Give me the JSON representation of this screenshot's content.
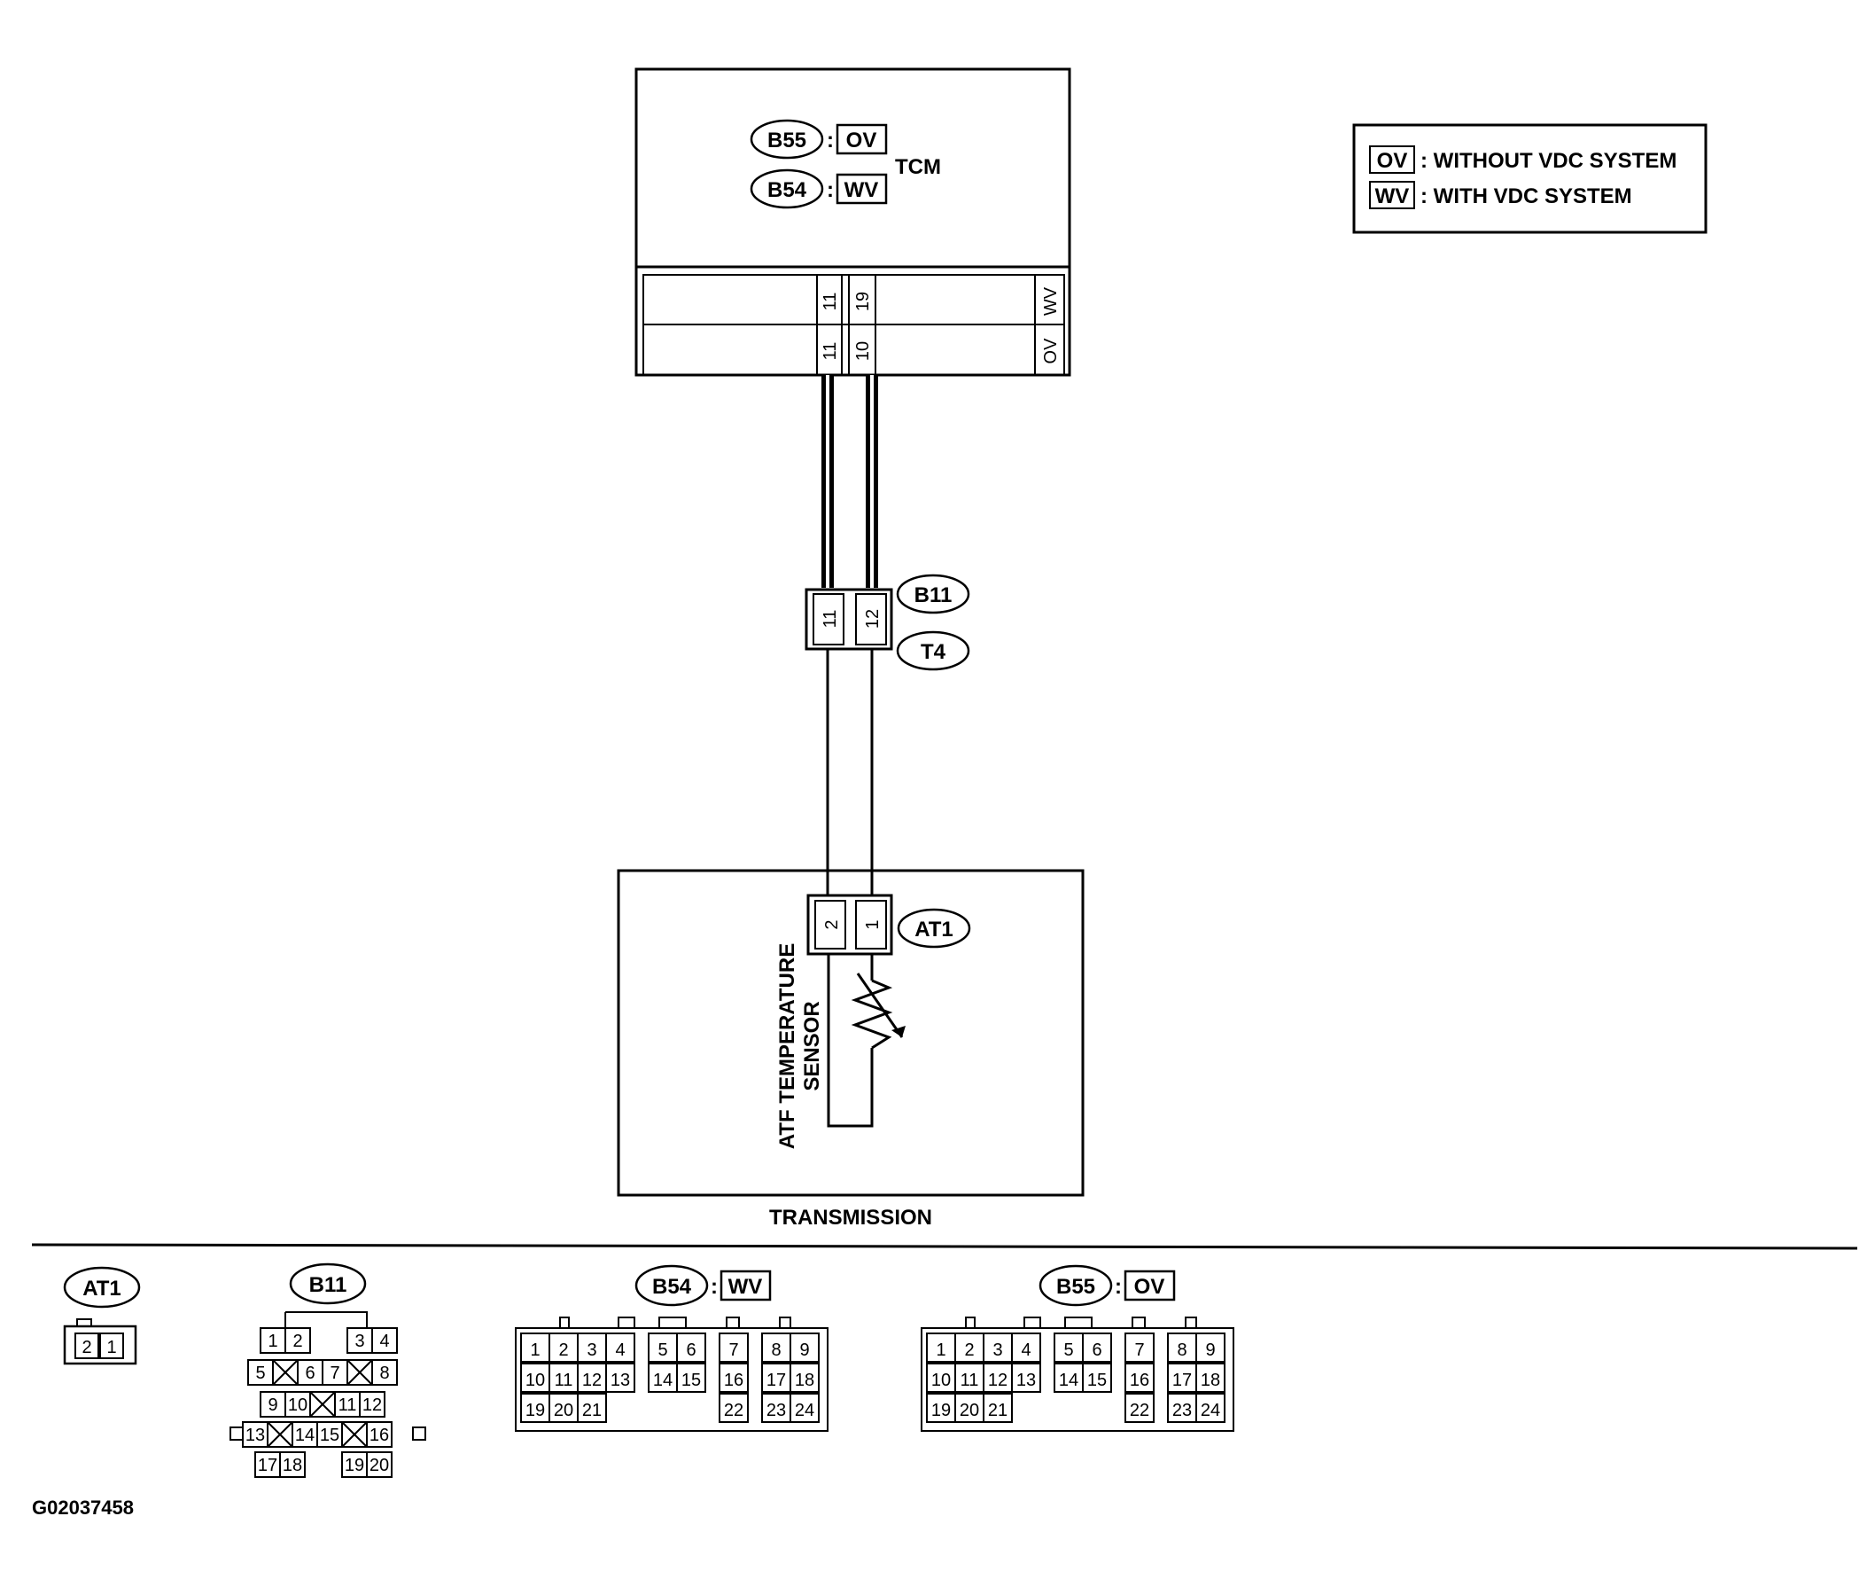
{
  "tcm": {
    "label": "TCM",
    "connectors": [
      {
        "id": "B55",
        "variant": "OV"
      },
      {
        "id": "B54",
        "variant": "WV"
      }
    ],
    "rows": [
      {
        "pins": [
          "11",
          "19"
        ],
        "variant": "WV"
      },
      {
        "pins": [
          "11",
          "10"
        ],
        "variant": "OV"
      }
    ]
  },
  "legend": [
    {
      "code": "OV",
      "text": ": WITHOUT VDC SYSTEM"
    },
    {
      "code": "WV",
      "text": ": WITH VDC SYSTEM"
    }
  ],
  "junction": {
    "top": "B11",
    "bottom": "T4",
    "pins": [
      "11",
      "12"
    ]
  },
  "transmission": {
    "label": "TRANSMISSION",
    "connector": "AT1",
    "pins": [
      "2",
      "1"
    ],
    "sensor_line1": "ATF TEMPERATURE",
    "sensor_line2": "SENSOR"
  },
  "connector_views": {
    "at1": {
      "name": "AT1",
      "pins": [
        "2",
        "1"
      ]
    },
    "b11": {
      "name": "B11",
      "pins": [
        "1",
        "2",
        "3",
        "4",
        "5",
        "6",
        "7",
        "8",
        "9",
        "10",
        "11",
        "12",
        "13",
        "14",
        "15",
        "16",
        "17",
        "18",
        "19",
        "20"
      ]
    },
    "b54": {
      "name": "B54",
      "variant": "WV"
    },
    "b55": {
      "name": "B55",
      "variant": "OV"
    },
    "pins24": [
      "1",
      "2",
      "3",
      "4",
      "5",
      "6",
      "7",
      "8",
      "9",
      "10",
      "11",
      "12",
      "13",
      "14",
      "15",
      "16",
      "17",
      "18",
      "19",
      "20",
      "21",
      "22",
      "23",
      "24"
    ]
  },
  "figure_id": "G02037458"
}
